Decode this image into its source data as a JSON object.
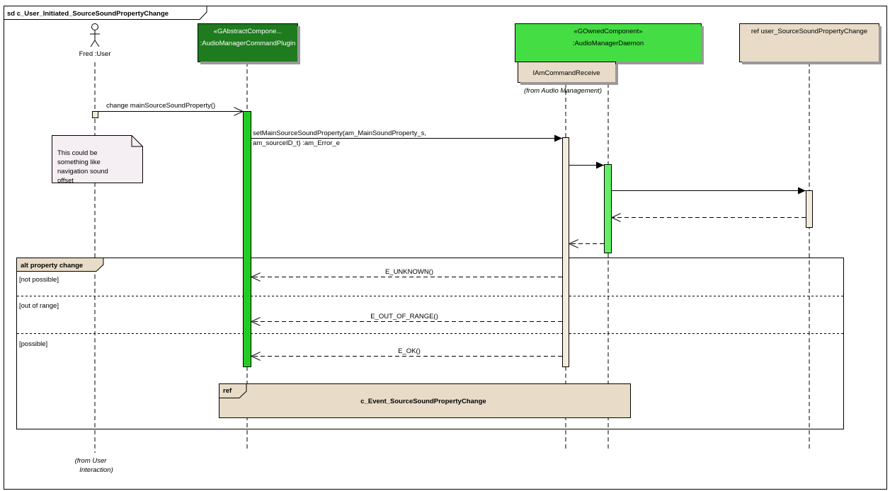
{
  "frame": {
    "title": "sd c_User_Initiated_SourceSoundPropertyChange"
  },
  "actor": {
    "name": "Fred :User",
    "origin": "(from User Interaction)",
    "origin_line1": "(from User",
    "origin_line2": "Interaction)"
  },
  "lifelines": {
    "plugin": {
      "stereotype": "«GAbstractCompone...",
      "name": ":AudioManagerCommandPlugin",
      "color": "#1e7b1e"
    },
    "daemon": {
      "stereotype": "«GOwnedComponent»",
      "name": ":AudioManagerDaemon",
      "color": "#44dd44"
    },
    "interface": {
      "name": "IAmCommandReceive",
      "origin": "(from Audio Management)",
      "color": "#e8dcc8"
    },
    "ref_user": {
      "name": "ref user_SourceSoundPropertyChange",
      "color": "#e8dcc8"
    }
  },
  "messages": {
    "m1": "change mainSourceSoundProperty()",
    "m2_line1": "setMainSourceSoundProperty(am_MainSoundProperty_s,",
    "m2_line2": "am_sourceID_t) :am_Error_e",
    "r1": "E_UNKNOWN()",
    "r2": "E_OUT_OF_RANGE()",
    "r3": "E_OK()"
  },
  "note": {
    "line1": "This could be",
    "line2": "something like",
    "line3": "navigation sound",
    "line4": "offset"
  },
  "alt": {
    "label": "alt property change",
    "guard1": "[not possible]",
    "guard2": "[out of range]",
    "guard3": "[possible]"
  },
  "ref": {
    "tag": "ref",
    "name": "c_Event_SourceSoundPropertyChange"
  },
  "colors": {
    "activation_green": "#22cc22",
    "activation_light": "#66ee66",
    "tan": "#e8dcc8",
    "note_bg": "#f5eff4"
  }
}
